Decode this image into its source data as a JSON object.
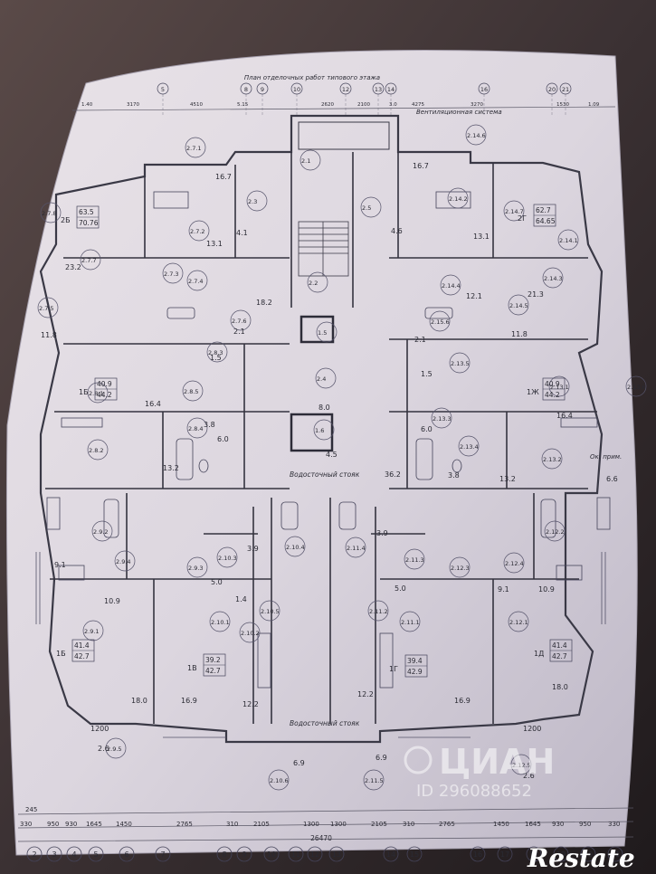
{
  "plan": {
    "title": "План отделочных работ типового этажа",
    "vent_label": "Вентиляционная система",
    "riser_label_1": "Водосточный стояк",
    "riser_label_2": "Водосточный стояк",
    "side_note": "Ок. прим.",
    "rooms": [
      {
        "code": "2.7.1",
        "area": "16.7"
      },
      {
        "code": "2.7.2",
        "area": "13.1"
      },
      {
        "code": "2.7.3",
        "area": ""
      },
      {
        "code": "2.7.4",
        "area": ""
      },
      {
        "code": "2.7.5",
        "area": "11.8"
      },
      {
        "code": "2.7.6",
        "area": "2.1"
      },
      {
        "code": "2.7.7",
        "area": "23.2"
      },
      {
        "code": "2.7.8",
        "area": ""
      },
      {
        "code": "2.8.1",
        "area": "16.4"
      },
      {
        "code": "2.8.2",
        "area": "13.2"
      },
      {
        "code": "2.8.3",
        "area": "1.5"
      },
      {
        "code": "2.8.4",
        "area": "6.0"
      },
      {
        "code": "2.8.5",
        "area": "3.8"
      },
      {
        "code": "2.9.1",
        "area": "18.0"
      },
      {
        "code": "2.9.2",
        "area": "9.1"
      },
      {
        "code": "2.9.3",
        "area": "10.9"
      },
      {
        "code": "2.9.4",
        "area": ""
      },
      {
        "code": "2.9.5",
        "area": "2.6"
      },
      {
        "code": "2.10.1",
        "area": "16.9"
      },
      {
        "code": "2.10.2",
        "area": "12.2"
      },
      {
        "code": "2.10.3",
        "area": "5.0"
      },
      {
        "code": "2.10.4",
        "area": "3.9"
      },
      {
        "code": "2.10.5",
        "area": "1.4"
      },
      {
        "code": "2.10.6",
        "area": "6.9"
      },
      {
        "code": "2.11.1",
        "area": "16.9"
      },
      {
        "code": "2.11.2",
        "area": "12.2"
      },
      {
        "code": "2.11.3",
        "area": "5.0"
      },
      {
        "code": "2.11.4",
        "area": "3.9"
      },
      {
        "code": "2.11.5",
        "area": "6.9"
      },
      {
        "code": "2.12.1",
        "area": "18.0"
      },
      {
        "code": "2.12.2",
        "area": ""
      },
      {
        "code": "2.12.3",
        "area": "10.9"
      },
      {
        "code": "2.12.4",
        "area": "9.1"
      },
      {
        "code": "2.12.5",
        "area": "2.6"
      },
      {
        "code": "2.13.1",
        "area": "16.4"
      },
      {
        "code": "2.13.2",
        "area": "13.2"
      },
      {
        "code": "2.13.3",
        "area": "6.0"
      },
      {
        "code": "2.13.4",
        "area": "3.8"
      },
      {
        "code": "2.13.5",
        "area": "1.5"
      },
      {
        "code": "2.13.6",
        "area": "6.6"
      },
      {
        "code": "2.14.1",
        "area": ""
      },
      {
        "code": "2.14.2",
        "area": "13.1"
      },
      {
        "code": "2.14.3",
        "area": "21.3"
      },
      {
        "code": "2.14.4",
        "area": "12.1"
      },
      {
        "code": "2.14.5",
        "area": "11.8"
      },
      {
        "code": "2.14.6",
        "area": "16.7"
      },
      {
        "code": "2.14.7",
        "area": ""
      },
      {
        "code": "2.15.6",
        "area": "2.1"
      },
      {
        "code": "2.1",
        "area": ""
      },
      {
        "code": "2.2",
        "area": "18.2"
      },
      {
        "code": "2.3",
        "area": "4.1"
      },
      {
        "code": "2.4",
        "area": "8.0"
      },
      {
        "code": "2.5",
        "area": "4.6"
      },
      {
        "code": "1.5",
        "area": ""
      },
      {
        "code": "1.6",
        "area": "4.5"
      }
    ],
    "apartments": [
      {
        "type": "2Б",
        "area1": "63.5",
        "area2": "70.76"
      },
      {
        "type": "2Г",
        "area1": "62.7",
        "area2": "64.65"
      },
      {
        "type": "1Б",
        "area1": "40.9",
        "area2": "44.2"
      },
      {
        "type": "1Ж",
        "area1": "40.9",
        "area2": "44.2"
      },
      {
        "type": "1Б",
        "area1": "41.4",
        "area2": "42.7"
      },
      {
        "type": "1В",
        "area1": "39.2",
        "area2": "42.7"
      },
      {
        "type": "1Г",
        "area1": "39.4",
        "area2": "42.9"
      },
      {
        "type": "1Д",
        "area1": "41.4",
        "area2": "42.7"
      }
    ],
    "small_areas": [
      "36.2",
      "1200",
      "1200"
    ],
    "top_dimensions": [
      "1.40",
      "3170",
      "4510",
      "5.15",
      "2620",
      "2100",
      "3.0",
      "4275",
      "3270",
      "1530",
      "1.09"
    ],
    "top_axes": [
      "5",
      "8",
      "9",
      "10",
      "12",
      "13",
      "14",
      "16",
      "20",
      "21"
    ],
    "bottom_dimensions_1": [
      "245"
    ],
    "bottom_dimensions_2": [
      "330",
      "950",
      "930",
      "1645",
      "1450",
      "2765",
      "310",
      "2105",
      "1300",
      "1300",
      "2105",
      "310",
      "2765",
      "1450",
      "1645",
      "930",
      "950",
      "330"
    ],
    "total_dimension": "26470",
    "bottom_axes": [
      "2",
      "3",
      "4",
      "5",
      "6",
      "7",
      "8",
      "9",
      "10",
      "11",
      "12",
      "13",
      "14",
      "15",
      "16",
      "17",
      "18",
      "19",
      "20",
      "21"
    ]
  },
  "watermark": {
    "text": "ЦИАН",
    "id": "ID 296088652"
  },
  "logo": "Restate"
}
